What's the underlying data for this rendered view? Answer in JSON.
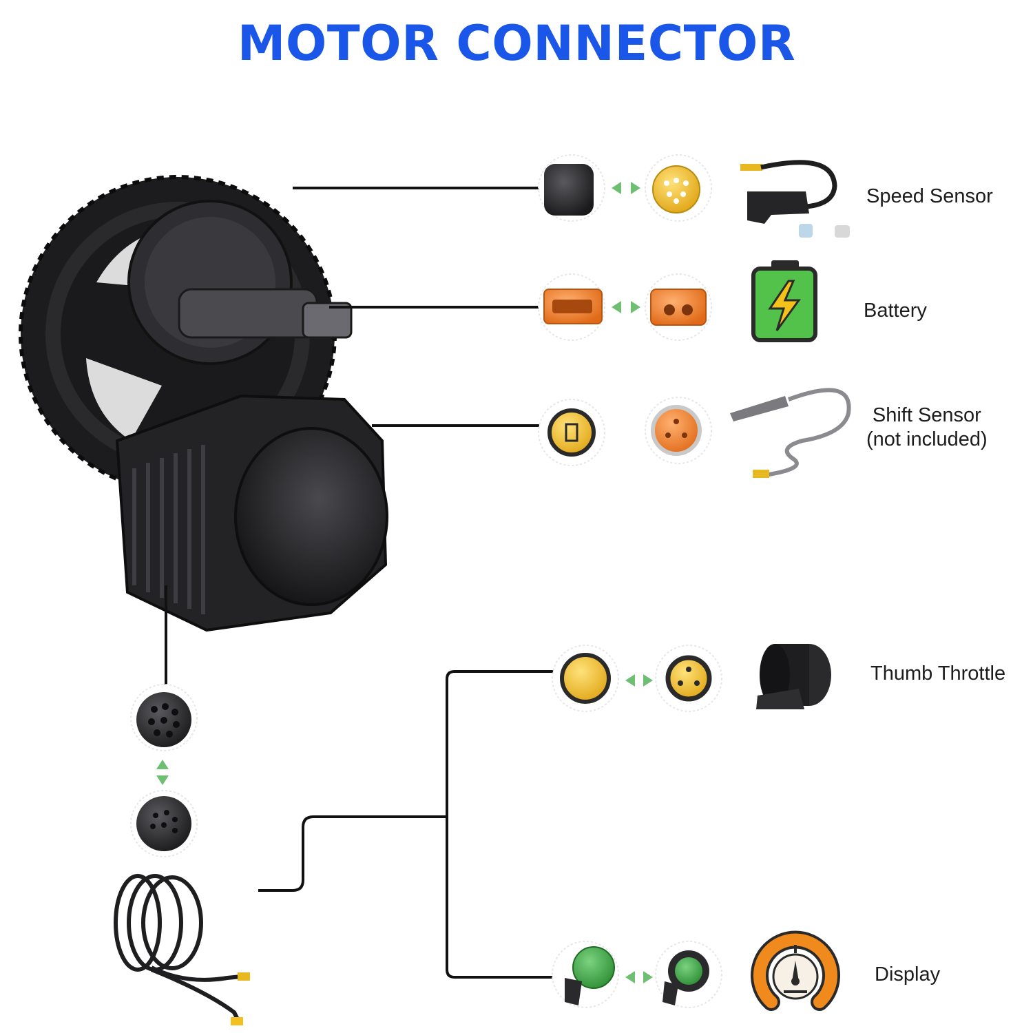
{
  "title": "MOTOR CONNECTOR",
  "labels": {
    "speed_sensor": "Speed Sensor",
    "battery": "Battery",
    "shift_sensor_line1": "Shift Sensor",
    "shift_sensor_line2": "(not included)",
    "thumb_throttle": "Thumb Throttle",
    "display": "Display"
  },
  "colors": {
    "title": "#1a56e8",
    "arrow": "#6fbf73",
    "connector_yellow": "#f3c020",
    "connector_orange": "#f07a22",
    "connector_green": "#3aa843",
    "battery_green": "#53c24a",
    "display_orange": "#f08a1c"
  },
  "icons": [
    "motor-image",
    "speed-sensor-cable-icon",
    "battery-icon",
    "shift-sensor-cable-icon",
    "thumb-throttle-icon",
    "display-icon",
    "main-harness-coil-icon",
    "double-arrow-icon"
  ]
}
